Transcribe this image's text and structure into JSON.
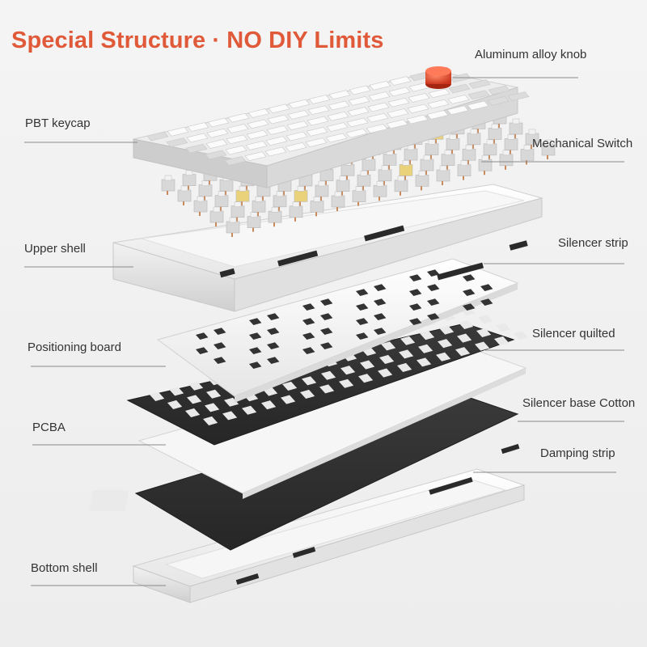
{
  "title": "Special Structure · NO DIY Limits",
  "accent_color": "#e05a3a",
  "labels": {
    "knob": "Aluminum alloy knob",
    "keycap": "PBT keycap",
    "switch": "Mechanical Switch",
    "upper_shell": "Upper shell",
    "silencer_strip": "Silencer strip",
    "positioning_board": "Positioning board",
    "silencer_quilted": "Silencer quilted",
    "pcba": "PCBA",
    "silencer_base_cotton": "Silencer base Cotton",
    "damping_strip": "Damping strip",
    "bottom_shell": "Bottom shell"
  }
}
